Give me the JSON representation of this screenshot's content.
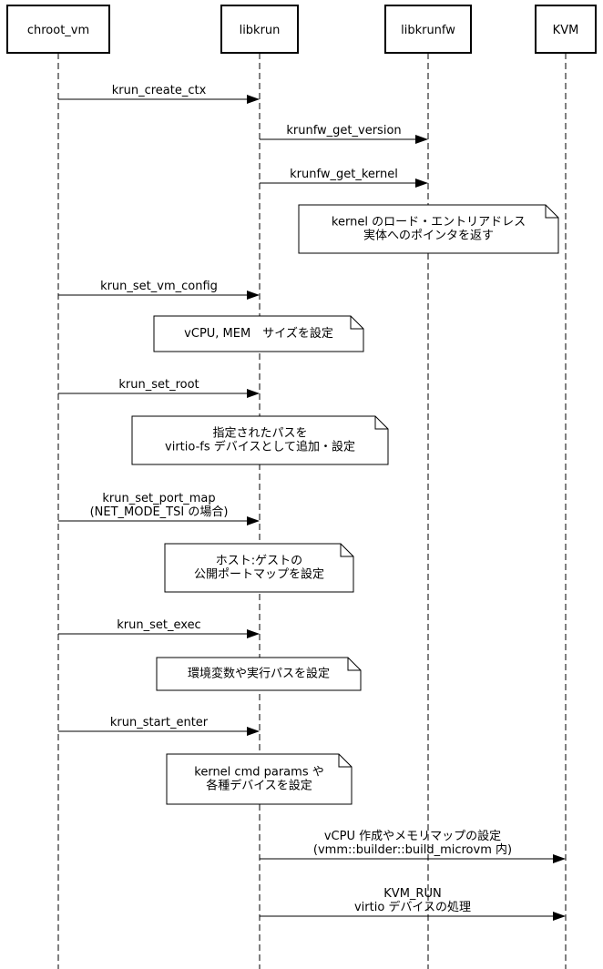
{
  "participants": [
    {
      "id": "chroot_vm",
      "label": "chroot_vm"
    },
    {
      "id": "libkrun",
      "label": "libkrun"
    },
    {
      "id": "libkrunfw",
      "label": "libkrunfw"
    },
    {
      "id": "kvm",
      "label": "KVM"
    }
  ],
  "steps": [
    {
      "kind": "message",
      "from": "chroot_vm",
      "to": "libkrun",
      "lines": [
        "krun_create_ctx"
      ]
    },
    {
      "kind": "message",
      "from": "libkrun",
      "to": "libkrunfw",
      "lines": [
        "krunfw_get_version"
      ]
    },
    {
      "kind": "message",
      "from": "libkrun",
      "to": "libkrunfw",
      "lines": [
        "krunfw_get_kernel"
      ]
    },
    {
      "kind": "note",
      "over": "libkrunfw",
      "lines": [
        "kernel のロード・エントリアドレス",
        "実体へのポインタを返す"
      ]
    },
    {
      "kind": "message",
      "from": "chroot_vm",
      "to": "libkrun",
      "lines": [
        "krun_set_vm_config"
      ]
    },
    {
      "kind": "note",
      "over": "libkrun",
      "lines": [
        "vCPU, MEM　サイズを設定"
      ]
    },
    {
      "kind": "message",
      "from": "chroot_vm",
      "to": "libkrun",
      "lines": [
        "krun_set_root"
      ]
    },
    {
      "kind": "note",
      "over": "libkrun",
      "lines": [
        "指定されたパスを",
        "virtio-fs デバイスとして追加・設定"
      ]
    },
    {
      "kind": "message",
      "from": "chroot_vm",
      "to": "libkrun",
      "lines": [
        "krun_set_port_map",
        "(NET_MODE_TSI の場合)"
      ]
    },
    {
      "kind": "note",
      "over": "libkrun",
      "lines": [
        "ホスト:ゲストの",
        "公開ポートマップを設定"
      ]
    },
    {
      "kind": "message",
      "from": "chroot_vm",
      "to": "libkrun",
      "lines": [
        "krun_set_exec"
      ]
    },
    {
      "kind": "note",
      "over": "libkrun",
      "lines": [
        "環境変数や実行パスを設定"
      ]
    },
    {
      "kind": "message",
      "from": "chroot_vm",
      "to": "libkrun",
      "lines": [
        "krun_start_enter"
      ]
    },
    {
      "kind": "note",
      "over": "libkrun",
      "lines": [
        "kernel cmd params や",
        "各種デバイスを設定"
      ]
    },
    {
      "kind": "message",
      "from": "libkrun",
      "to": "kvm",
      "lines": [
        "vCPU 作成やメモリマップの設定",
        "(vmm::builder::build_microvm 内)"
      ]
    },
    {
      "kind": "message",
      "from": "libkrun",
      "to": "kvm",
      "lines": [
        "KVM_RUN",
        "virtio デバイスの処理"
      ]
    }
  ]
}
